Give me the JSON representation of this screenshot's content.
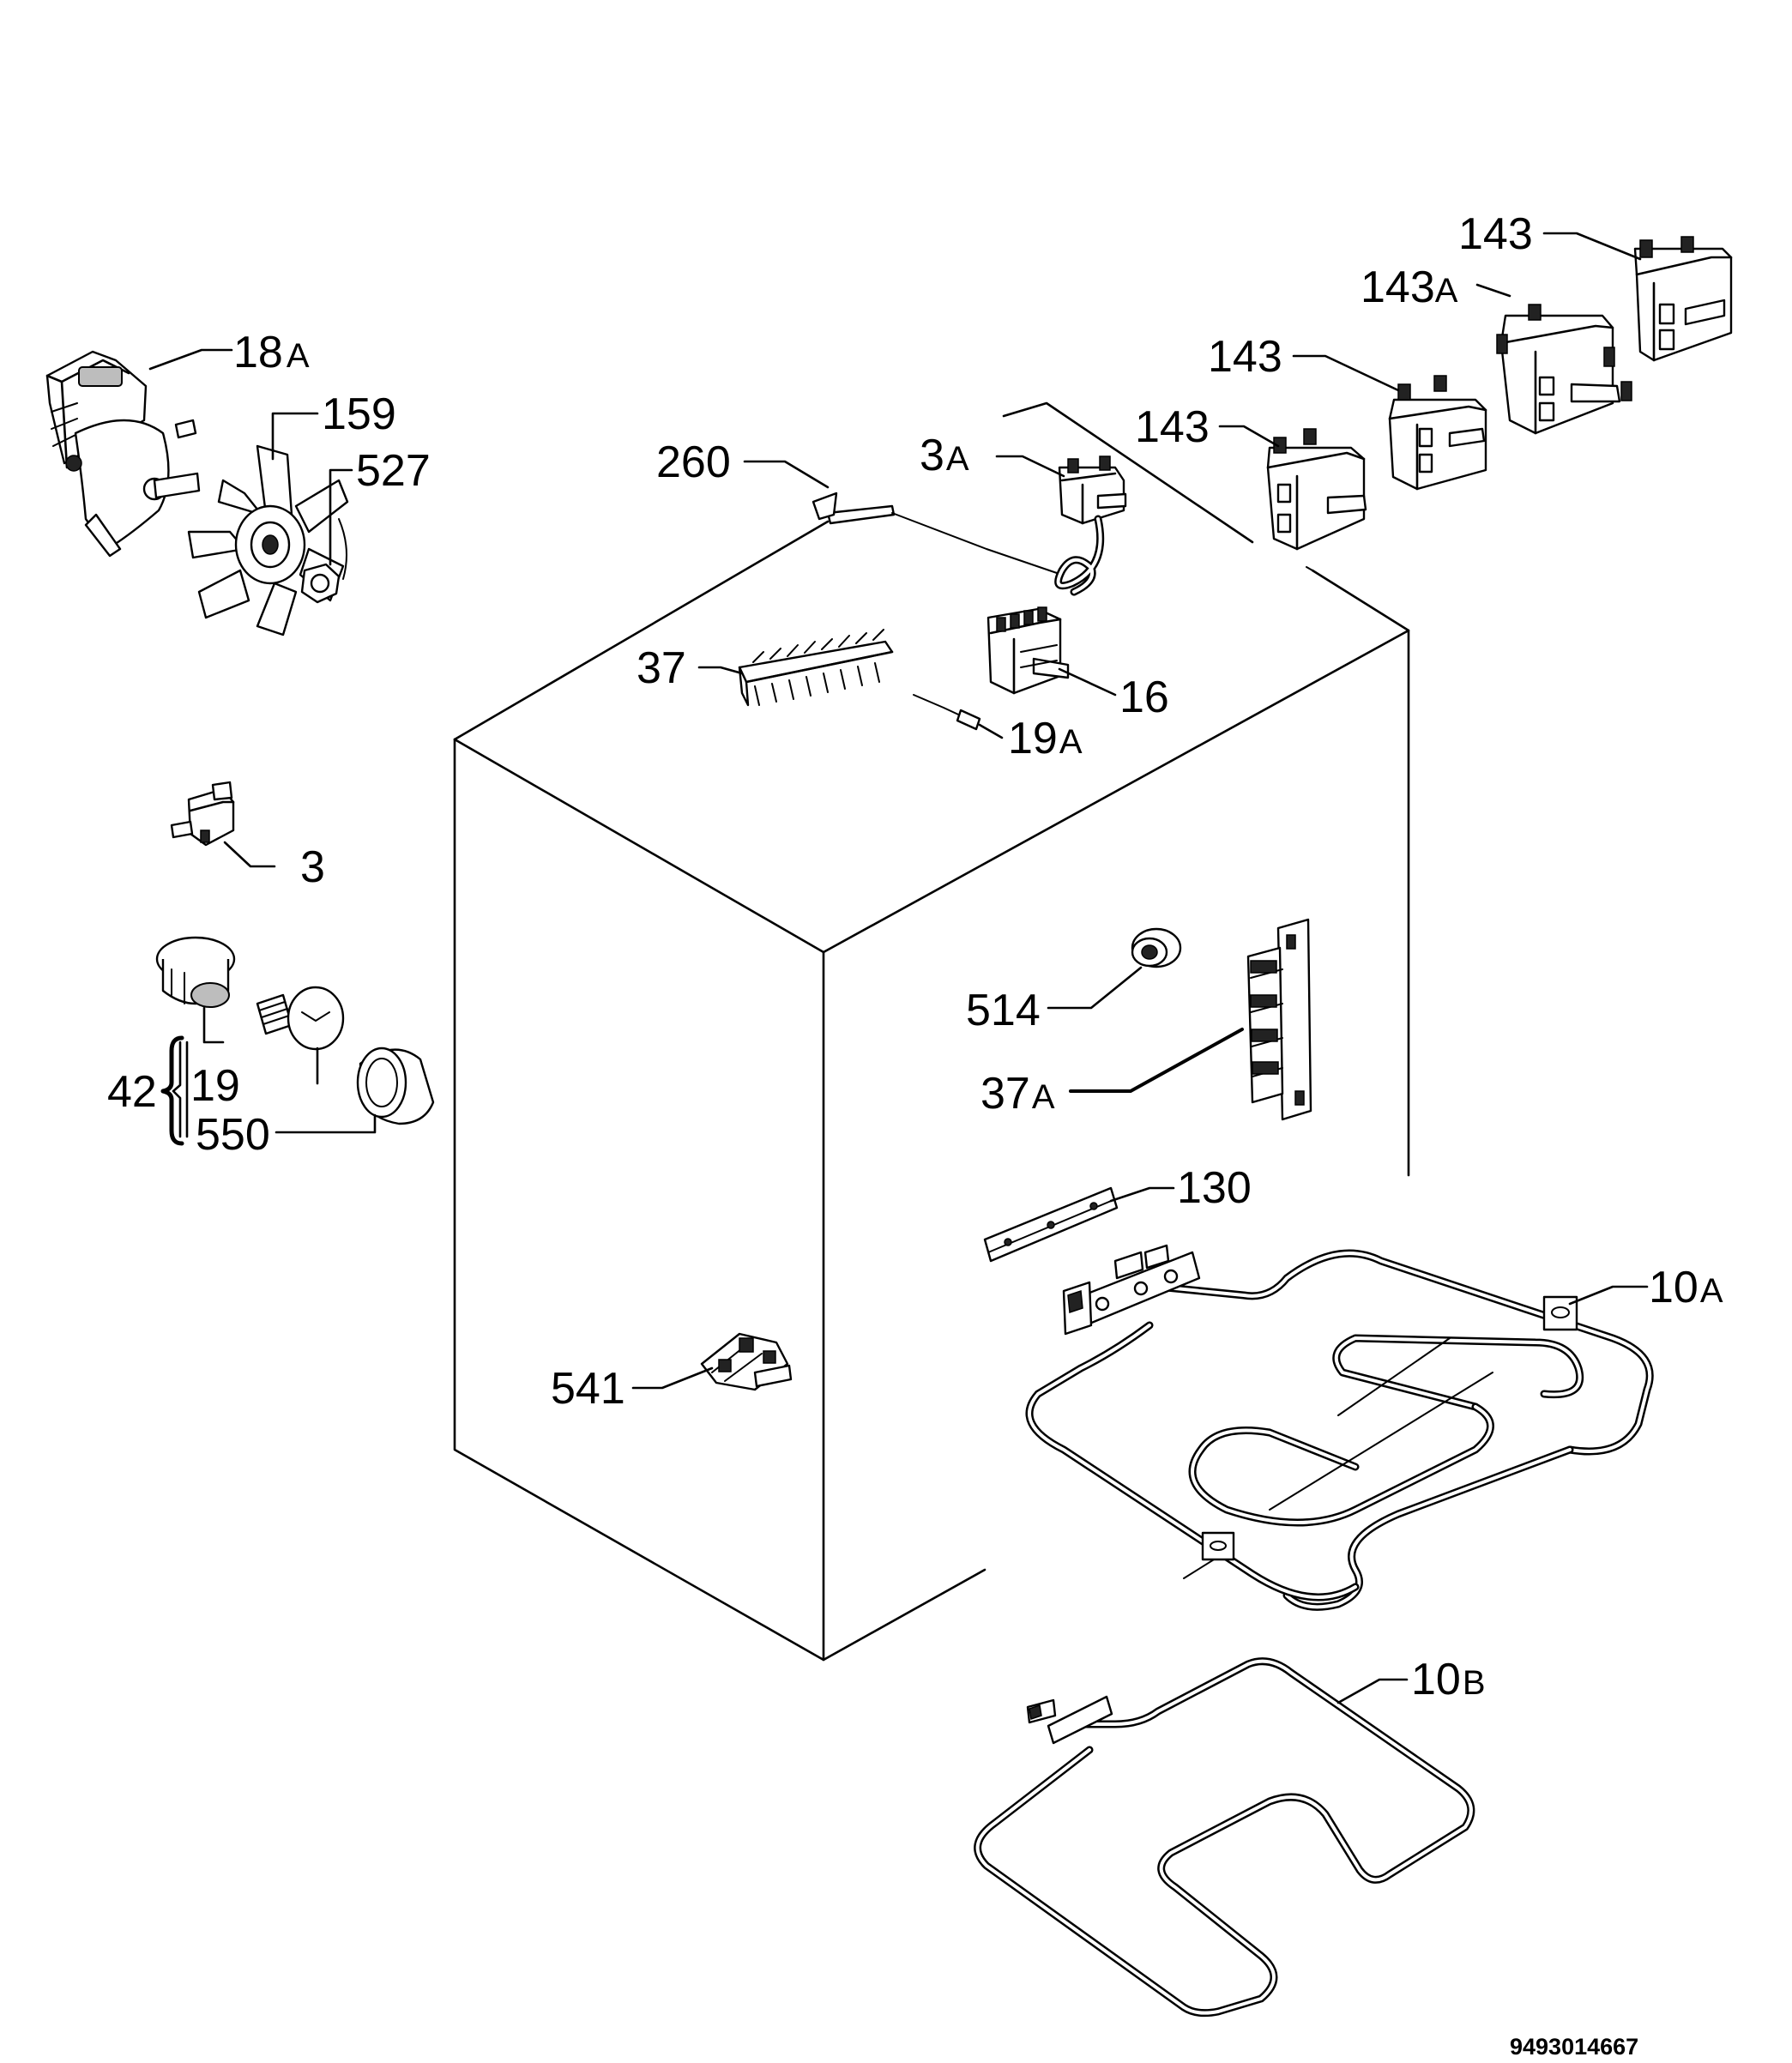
{
  "document_number": "9493014667",
  "callouts": [
    {
      "id": "143-top",
      "num": "143",
      "suffix": ""
    },
    {
      "id": "143a",
      "num": "143",
      "suffix": "A"
    },
    {
      "id": "143-mid",
      "num": "143",
      "suffix": ""
    },
    {
      "id": "143-left",
      "num": "143",
      "suffix": ""
    },
    {
      "id": "18a",
      "num": "18",
      "suffix": "A"
    },
    {
      "id": "159",
      "num": "159",
      "suffix": ""
    },
    {
      "id": "527",
      "num": "527",
      "suffix": ""
    },
    {
      "id": "260",
      "num": "260",
      "suffix": ""
    },
    {
      "id": "3a",
      "num": "3",
      "suffix": "A"
    },
    {
      "id": "37",
      "num": "37",
      "suffix": ""
    },
    {
      "id": "16",
      "num": "16",
      "suffix": ""
    },
    {
      "id": "19a",
      "num": "19",
      "suffix": "A"
    },
    {
      "id": "3",
      "num": "3",
      "suffix": ""
    },
    {
      "id": "42",
      "num": "42",
      "suffix": ""
    },
    {
      "id": "19",
      "num": "19",
      "suffix": ""
    },
    {
      "id": "550",
      "num": "550",
      "suffix": ""
    },
    {
      "id": "514",
      "num": "514",
      "suffix": ""
    },
    {
      "id": "37a",
      "num": "37",
      "suffix": "A"
    },
    {
      "id": "130",
      "num": "130",
      "suffix": ""
    },
    {
      "id": "10a",
      "num": "10",
      "suffix": "A"
    },
    {
      "id": "541",
      "num": "541",
      "suffix": ""
    },
    {
      "id": "10b",
      "num": "10",
      "suffix": "B"
    }
  ]
}
